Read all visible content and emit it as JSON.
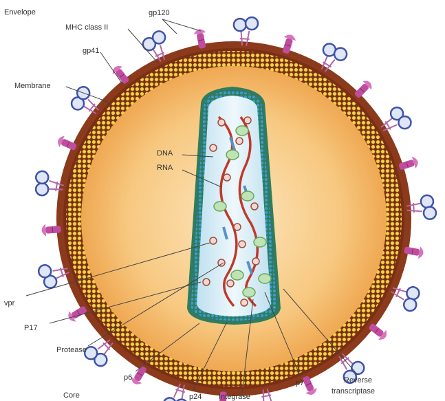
{
  "diagram": {
    "sections": {
      "envelope": "Envelope",
      "core": "Core"
    },
    "labels": {
      "gp120": "gp120",
      "mhc": "MHC class II",
      "gp41": "gp41",
      "membrane": "Membrane",
      "dna": "DNA",
      "rna": "RNA",
      "vpr": "vpr",
      "p17": "P17",
      "protease": "Protease",
      "p6": "p6",
      "p24": "p24",
      "integrase": "Integrase",
      "p7": "p7",
      "rt_line1": "Reverse",
      "rt_line2": "transcriptase"
    },
    "colors": {
      "envelope_brown": "#7a2e16",
      "lipid_yellow": "#e8c83a",
      "interior_orange": "#f4b968",
      "capsid_blue": "#4fa3cf",
      "capsid_green": "#2f7d5a",
      "core_fill": "#d8ecf5",
      "rna_red": "#c0392b",
      "gp120_blue": "#3f53a8",
      "gp41_pink": "#b565a7",
      "mhc_magenta": "#c04ca0"
    }
  }
}
